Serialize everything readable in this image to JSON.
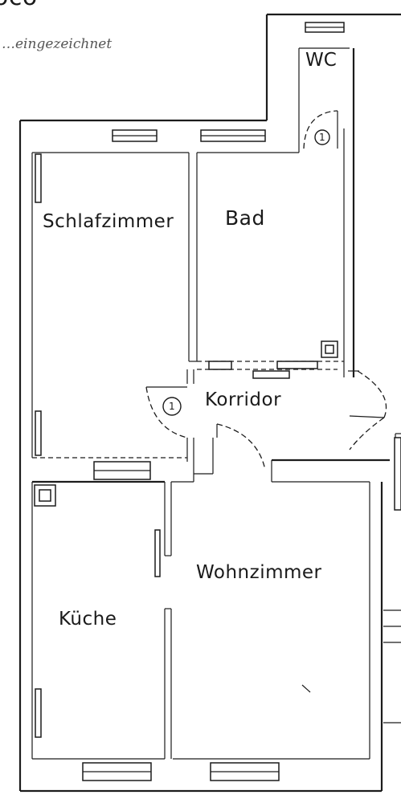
{
  "header": {
    "partial_number": "oco",
    "handwritten_note": "…eingezeichnet"
  },
  "rooms": {
    "wc": "WC",
    "schlafzimmer": "Schlafzimmer",
    "bad": "Bad",
    "korridor": "Korridor",
    "wohnzimmer": "Wohnzimmer",
    "kueche": "Küche"
  },
  "markers": {
    "wc_door": "1",
    "korridor_door": "1"
  }
}
